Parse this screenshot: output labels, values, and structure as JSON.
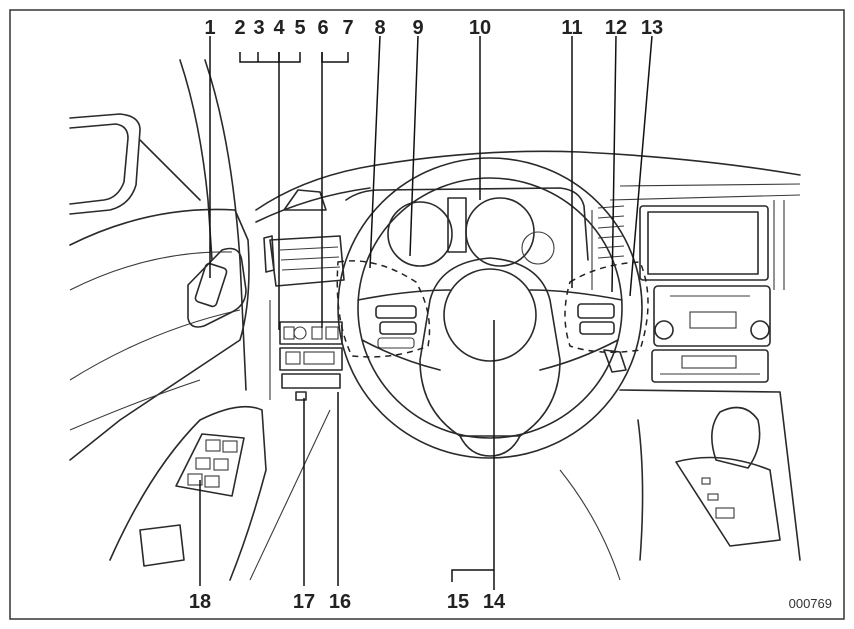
{
  "figure_code": "000769",
  "callouts": [
    {
      "id": "1",
      "label": "1"
    },
    {
      "id": "2",
      "label": "2"
    },
    {
      "id": "3",
      "label": "3"
    },
    {
      "id": "4",
      "label": "4"
    },
    {
      "id": "5",
      "label": "5"
    },
    {
      "id": "6",
      "label": "6"
    },
    {
      "id": "7",
      "label": "7"
    },
    {
      "id": "8",
      "label": "8"
    },
    {
      "id": "9",
      "label": "9"
    },
    {
      "id": "10",
      "label": "10"
    },
    {
      "id": "11",
      "label": "11"
    },
    {
      "id": "12",
      "label": "12"
    },
    {
      "id": "13",
      "label": "13"
    },
    {
      "id": "14",
      "label": "14"
    },
    {
      "id": "15",
      "label": "15"
    },
    {
      "id": "16",
      "label": "16"
    },
    {
      "id": "17",
      "label": "17"
    },
    {
      "id": "18",
      "label": "18"
    }
  ]
}
